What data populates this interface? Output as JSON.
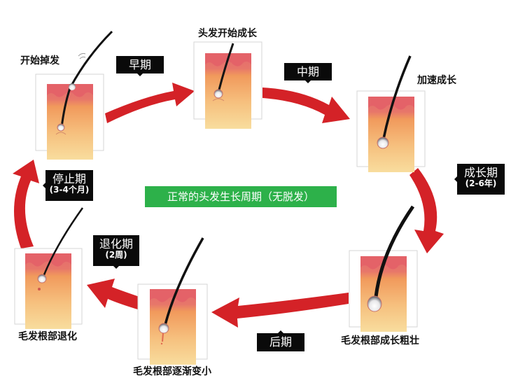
{
  "title": "正常的头发生长周期（无脱发）",
  "colors": {
    "arrow": "#d42227",
    "banner": "#2db14a",
    "tag_bg": "#0a0a0a",
    "skin_top": "#e36a6a",
    "skin_mid": "#f19a5a",
    "skin_bottom": "#f8dc9c",
    "hair": "#111111"
  },
  "stages": [
    {
      "id": "start-shedding",
      "caption": "开始掉发"
    },
    {
      "id": "start-growing",
      "caption": "头发开始成长"
    },
    {
      "id": "accelerated-growth",
      "caption": "加速成长"
    },
    {
      "id": "root-thickening",
      "caption": "毛发根部成长粗壮"
    },
    {
      "id": "root-shrinking",
      "caption": "毛发根部逐渐变小"
    },
    {
      "id": "root-regression",
      "caption": "毛发根部退化"
    }
  ],
  "phase_tags": [
    {
      "id": "early",
      "label": "早期"
    },
    {
      "id": "middle",
      "label": "中期"
    },
    {
      "id": "anagen",
      "label": "成长期",
      "duration": "(2-6年)"
    },
    {
      "id": "late",
      "label": "后期"
    },
    {
      "id": "catagen",
      "label": "退化期",
      "duration": "(2周)"
    },
    {
      "id": "telogen",
      "label": "停止期",
      "duration": "(3-4个月)"
    }
  ]
}
